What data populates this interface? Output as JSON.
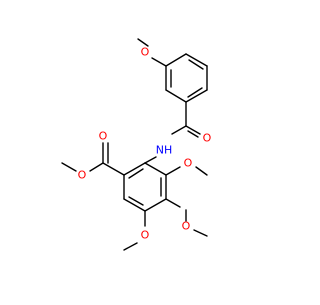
{
  "molecule": {
    "atom_labels": {
      "o_methoxy_top": "O",
      "o_amide": "O",
      "nh": "NH",
      "o_ester_carbonyl": "O",
      "o_ester": "O",
      "o_methoxy_3": "O",
      "o_methoxy_4": "O",
      "o_methoxy_5": "O"
    },
    "colors": {
      "bond": "#000000",
      "oxygen": "#ff0000",
      "nitrogen": "#0000ff"
    }
  }
}
